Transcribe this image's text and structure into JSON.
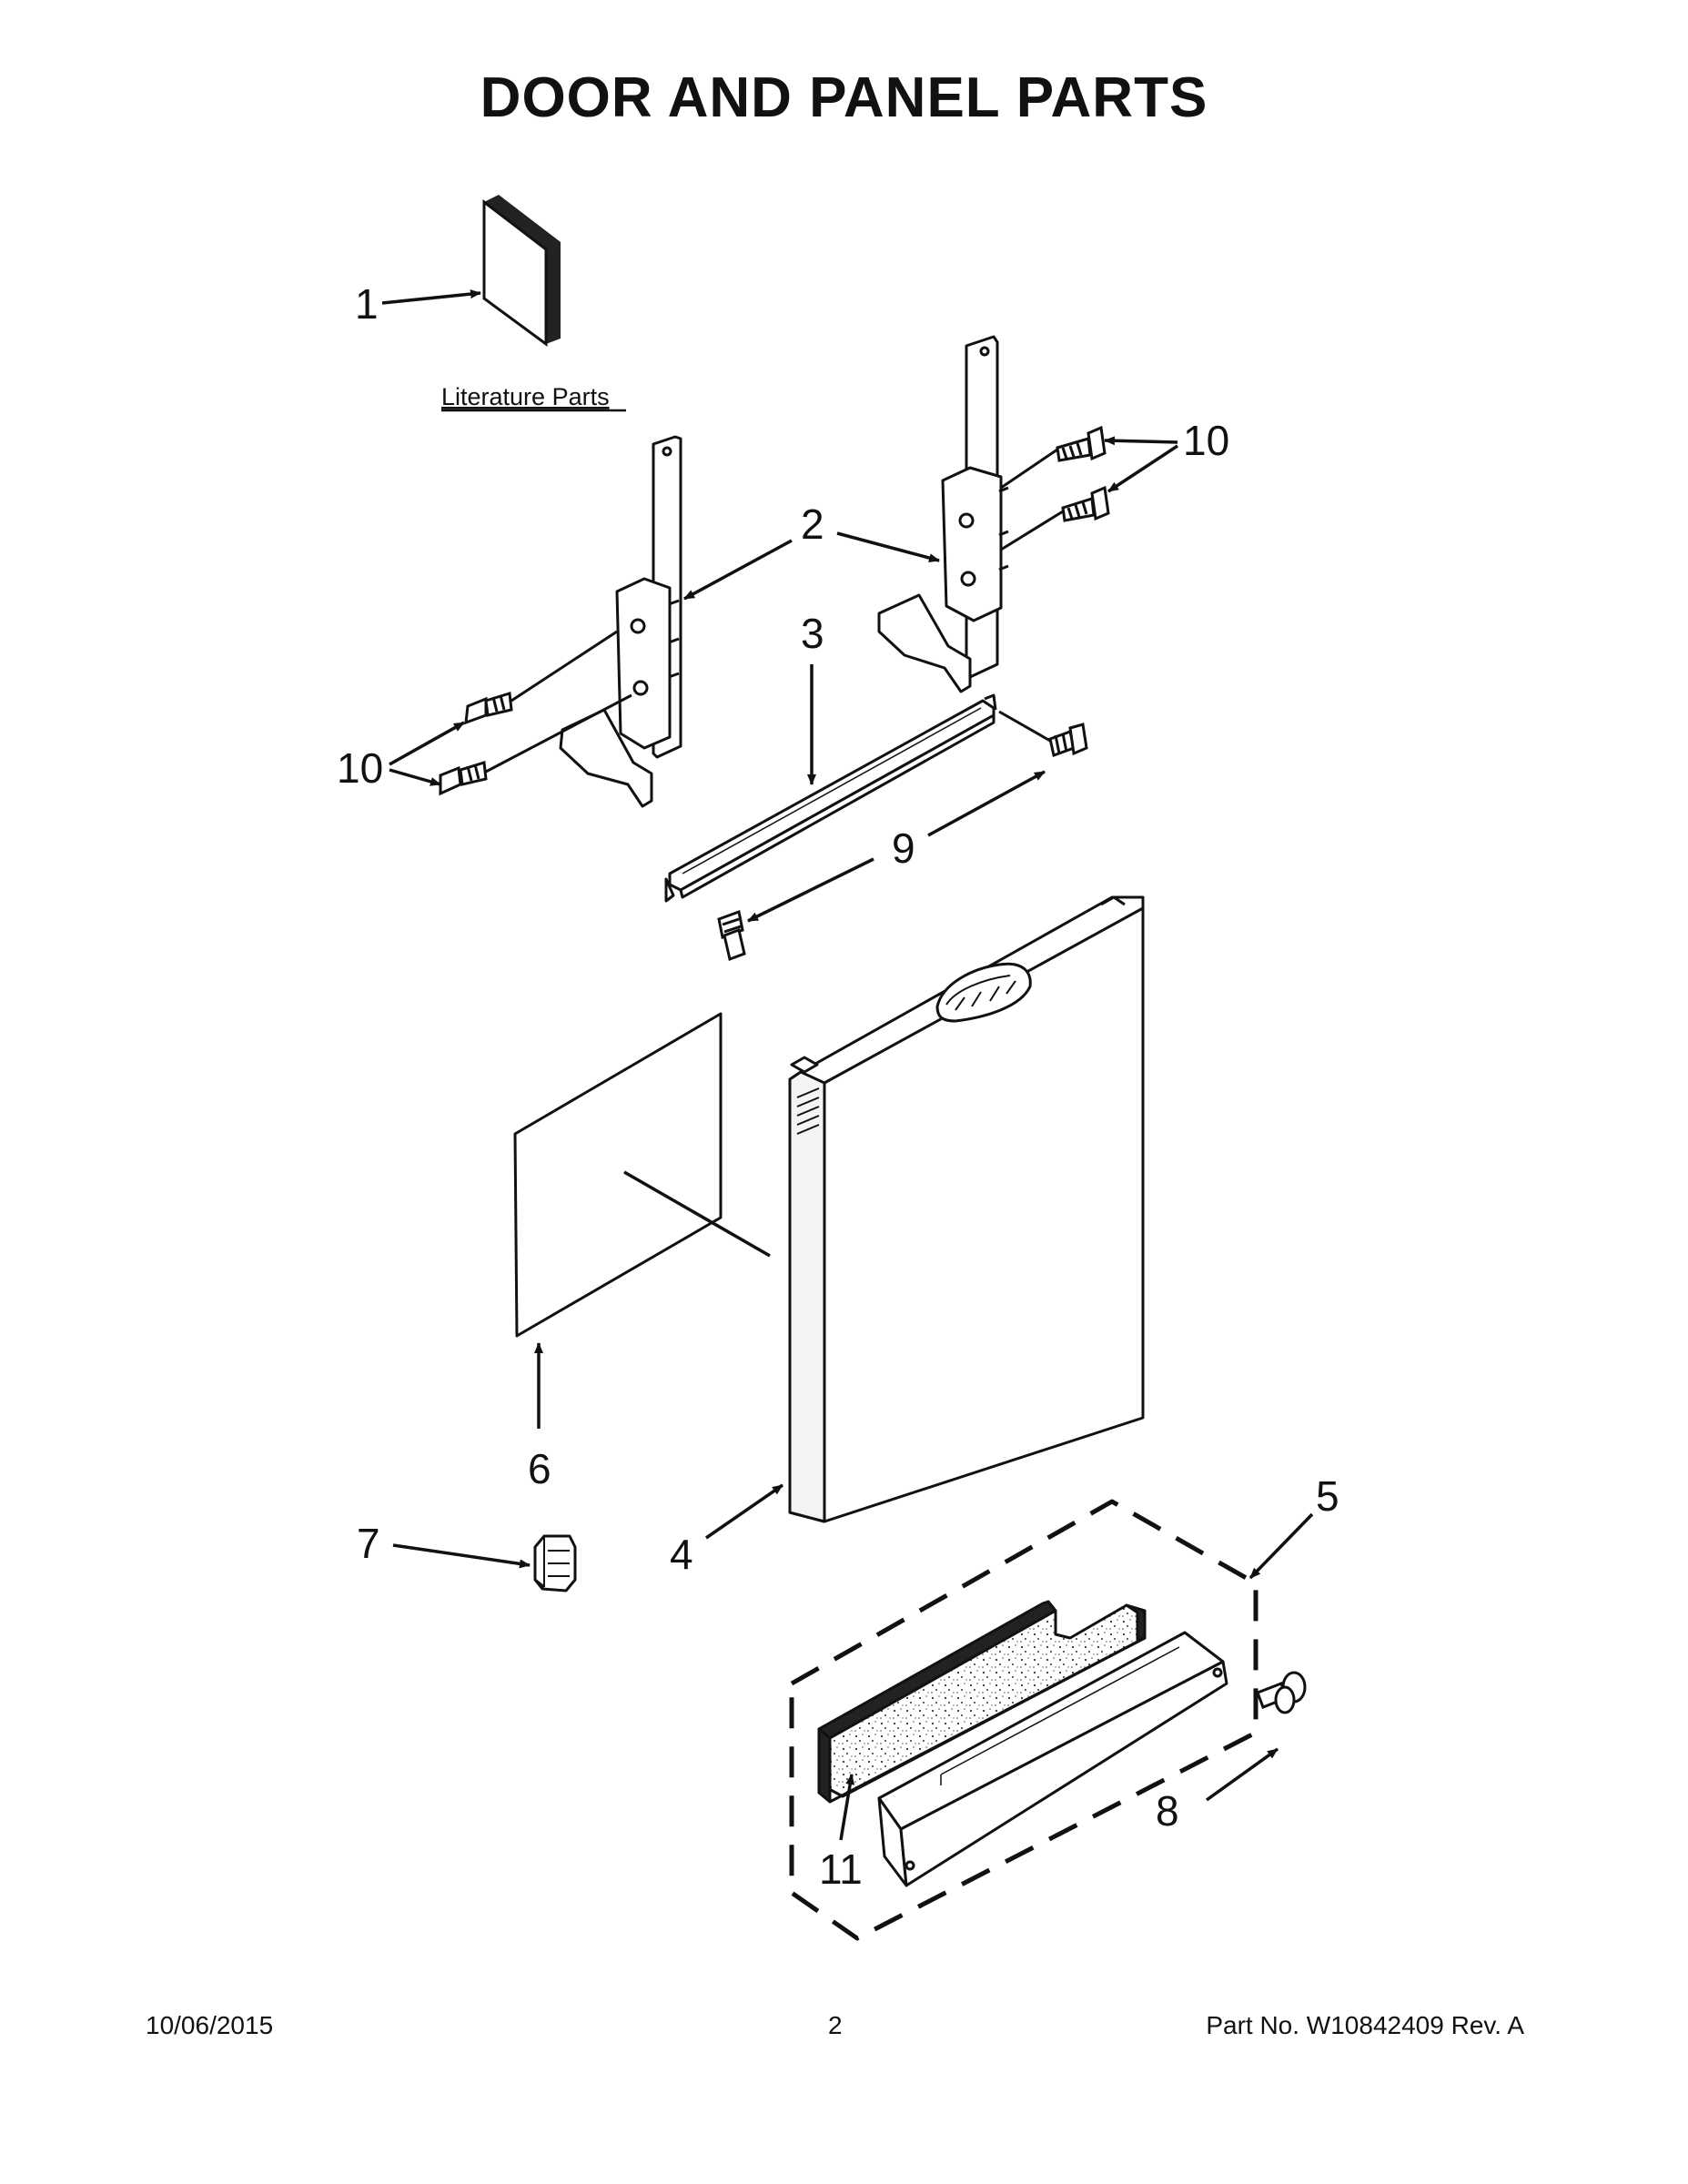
{
  "title": "DOOR AND PANEL PARTS",
  "literature_label": "Literature Parts",
  "callouts": {
    "c1": "1",
    "c2": "2",
    "c3": "3",
    "c4": "4",
    "c5": "5",
    "c6": "6",
    "c7": "7",
    "c8": "8",
    "c9": "9",
    "c10_right": "10",
    "c10_left": "10",
    "c11": "11"
  },
  "footer": {
    "date": "10/06/2015",
    "page": "2",
    "part_number": "Part No.  W10842409  Rev.  A"
  },
  "colors": {
    "line": "#111111",
    "background": "#ffffff"
  }
}
